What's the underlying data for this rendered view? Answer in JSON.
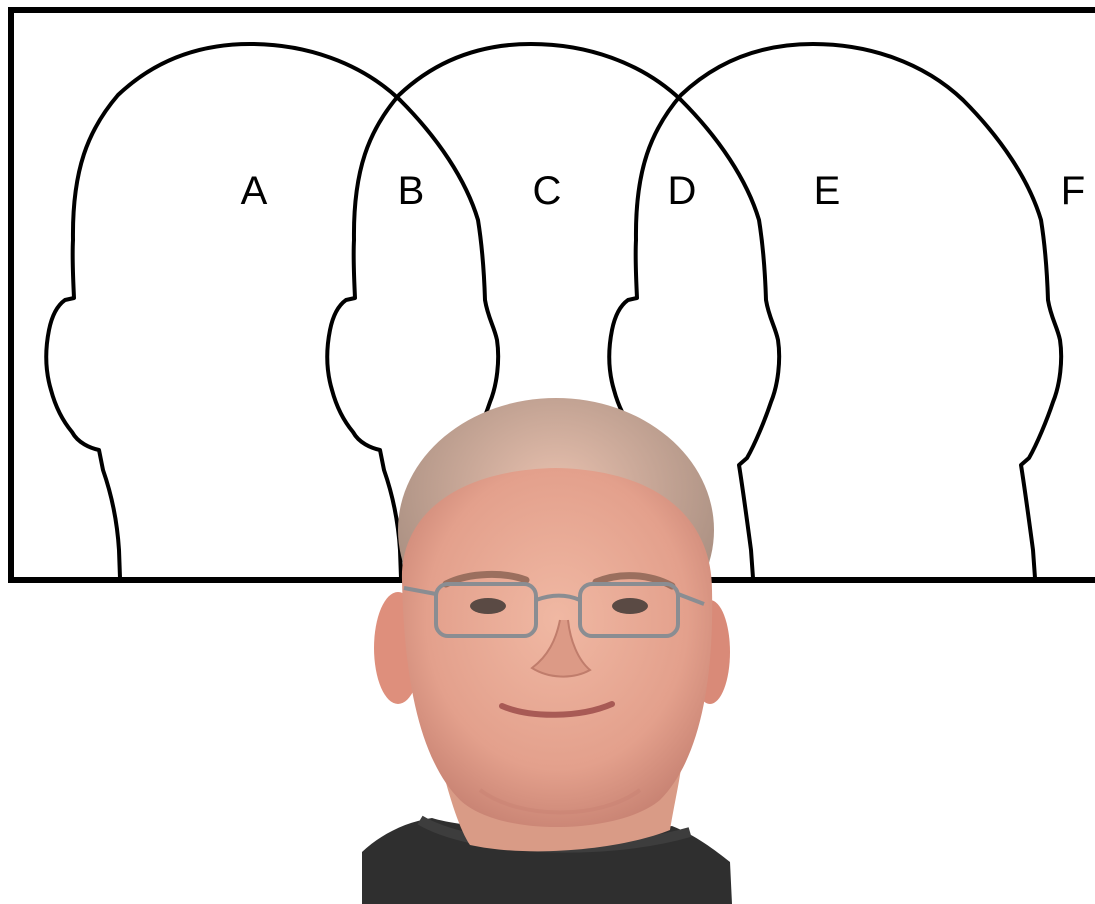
{
  "diagram": {
    "labels": [
      "A",
      "B",
      "C",
      "D",
      "E",
      "F"
    ],
    "outline_color": "#000000",
    "background_color": "#ffffff"
  },
  "portrait": {
    "icon": "person-portrait-photo",
    "skin_color": "#e5a793",
    "shirt_color": "#2f2f2f"
  }
}
